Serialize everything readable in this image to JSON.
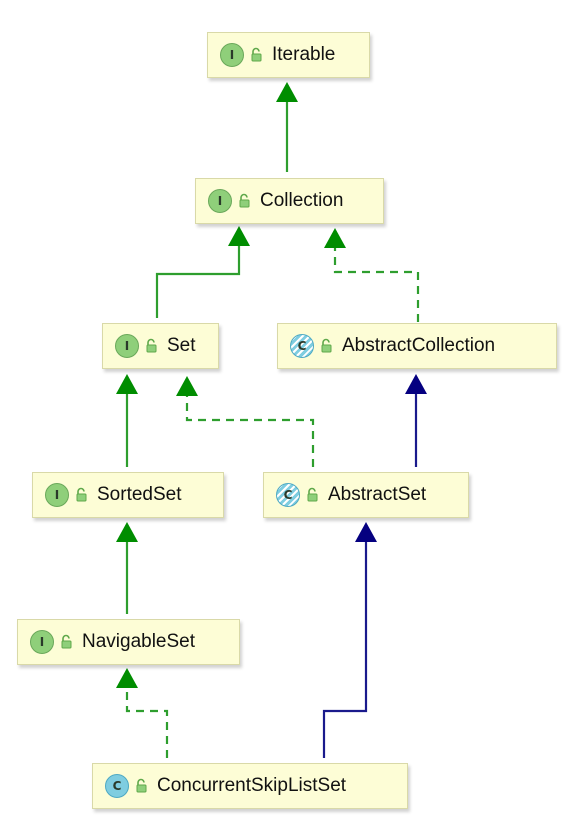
{
  "colors": {
    "interface_edge": "#2e9e2e",
    "class_edge": "#1a1a8c",
    "node_fill": "#fdfdd6",
    "interface_badge": "#8fcf7a",
    "class_badge": "#7fcde0"
  },
  "nodes": {
    "iterable": {
      "label": "Iterable",
      "kind": "I",
      "kind_icon": "interface-icon"
    },
    "collection": {
      "label": "Collection",
      "kind": "I",
      "kind_icon": "interface-icon"
    },
    "set": {
      "label": "Set",
      "kind": "I",
      "kind_icon": "interface-icon"
    },
    "abstract_collection": {
      "label": "AbstractCollection",
      "kind": "C",
      "kind_icon": "abstract-class-icon"
    },
    "sorted_set": {
      "label": "SortedSet",
      "kind": "I",
      "kind_icon": "interface-icon"
    },
    "abstract_set": {
      "label": "AbstractSet",
      "kind": "C",
      "kind_icon": "abstract-class-icon"
    },
    "navigable_set": {
      "label": "NavigableSet",
      "kind": "I",
      "kind_icon": "interface-icon"
    },
    "concurrent_skip_list_set": {
      "label": "ConcurrentSkipListSet",
      "kind": "C",
      "kind_icon": "class-icon"
    }
  },
  "edges": [
    {
      "from": "collection",
      "to": "iterable",
      "type": "extends"
    },
    {
      "from": "set",
      "to": "collection",
      "type": "extends"
    },
    {
      "from": "abstract_collection",
      "to": "collection",
      "type": "implements"
    },
    {
      "from": "sorted_set",
      "to": "set",
      "type": "extends"
    },
    {
      "from": "abstract_set",
      "to": "set",
      "type": "implements"
    },
    {
      "from": "abstract_set",
      "to": "abstract_collection",
      "type": "class-extends"
    },
    {
      "from": "navigable_set",
      "to": "sorted_set",
      "type": "extends"
    },
    {
      "from": "concurrent_skip_list_set",
      "to": "navigable_set",
      "type": "implements"
    },
    {
      "from": "concurrent_skip_list_set",
      "to": "abstract_set",
      "type": "class-extends"
    }
  ]
}
